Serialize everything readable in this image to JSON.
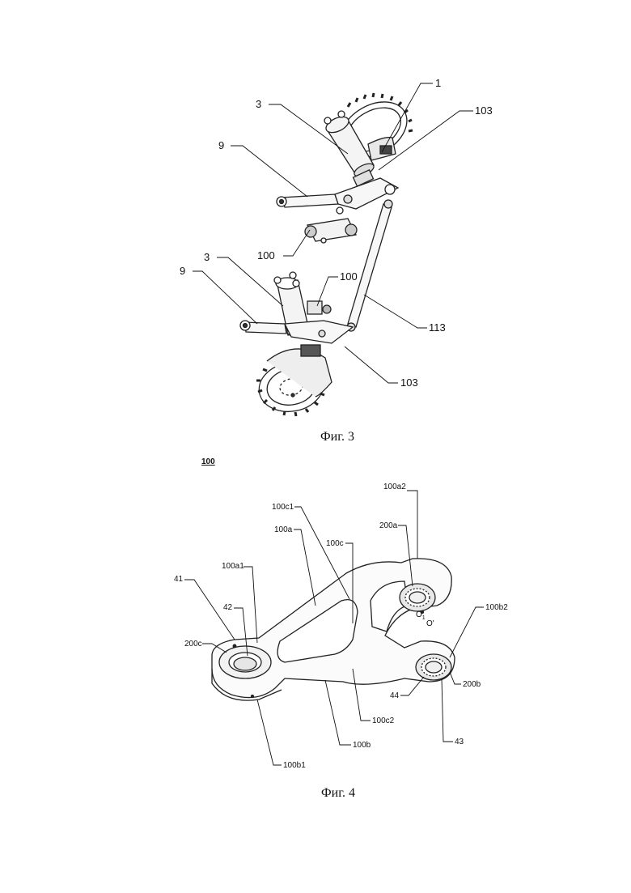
{
  "figure3": {
    "caption": "Фиг. 3",
    "labels": {
      "l1": "1",
      "l3_top": "3",
      "l103_top": "103",
      "l9_top": "9",
      "l100_left": "100",
      "l3_bot": "3",
      "l100_mid": "100",
      "l9_bot": "9",
      "l113": "113",
      "l103_bot": "103"
    }
  },
  "figure4": {
    "caption": "Фиг. 4",
    "ref": "100",
    "labels": {
      "l100a2": "100a2",
      "l100c1": "100c1",
      "l200a": "200a",
      "l100a": "100a",
      "l100c": "100c",
      "l100a1": "100a1",
      "l41": "41",
      "l42": "42",
      "l100b2": "100b2",
      "l200c": "200c",
      "lO1": "O",
      "lO1sub": "1",
      "lO": "O'",
      "l44": "44",
      "l200b": "200b",
      "l100c2": "100c2",
      "l100b": "100b",
      "l43": "43",
      "l100b1": "100b1"
    }
  }
}
